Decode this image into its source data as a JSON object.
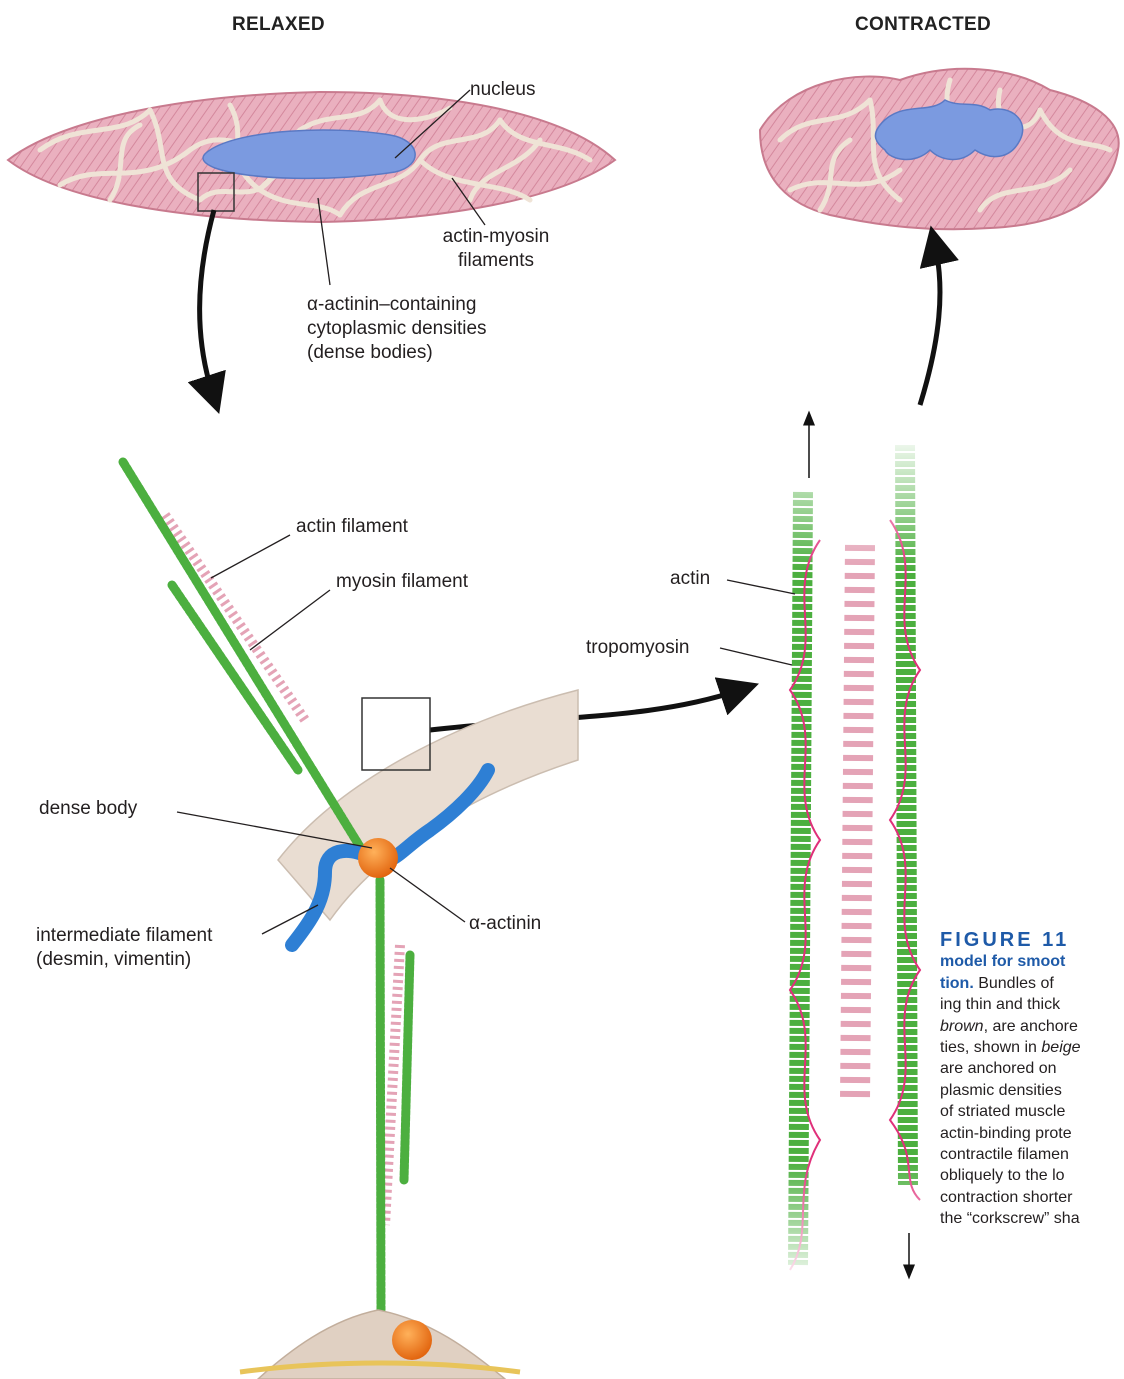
{
  "headers": {
    "relaxed": "RELAXED",
    "contracted": "CONTRACTED"
  },
  "labels": {
    "nucleus": "nucleus",
    "actin_myosin_1": "actin-myosin",
    "actin_myosin_2": "filaments",
    "dense_densities_1": "α-actinin–containing",
    "dense_densities_2": "cytoplasmic densities",
    "dense_densities_3": "(dense bodies)",
    "actin_filament": "actin filament",
    "myosin_filament": "myosin filament",
    "dense_body": "dense body",
    "alpha_actinin": "α-actinin",
    "intermediate_1": "intermediate filament",
    "intermediate_2": "(desmin, vimentin)",
    "actin": "actin",
    "tropomyosin": "tropomyosin"
  },
  "caption": {
    "figure": "FIGURE  11",
    "title_1": "model for smoot",
    "title_2": "tion.",
    "line_2_rest": " Bundles of",
    "line_3": "ing thin and thick",
    "line_4_italic": "brown",
    "line_4_rest": ", are anchore",
    "line_5_pre": "ties, shown in ",
    "line_5_italic": "beige",
    "line_6": "are  anchored  on",
    "line_7": "plasmic  densities",
    "line_8": "of striated muscle",
    "line_9": "actin-binding prote",
    "line_10": "contractile filamen",
    "line_11": "obliquely to the lo",
    "line_12": "contraction shorter",
    "line_13": "the “corkscrew” sha"
  },
  "colors": {
    "cell_pink": "#e8a8b6",
    "cell_outline": "#c87a8e",
    "network_beige": "#efe3d6",
    "nucleus_blue": "#6f8fd8",
    "actin_green": "#4caf3f",
    "myosin_pink": "#e4a3b6",
    "intermediate_blue": "#2e7fd4",
    "dense_orange": "#f07a14",
    "tropomyosin_magenta": "#e0307a",
    "caption_blue": "#1e5aa8"
  }
}
